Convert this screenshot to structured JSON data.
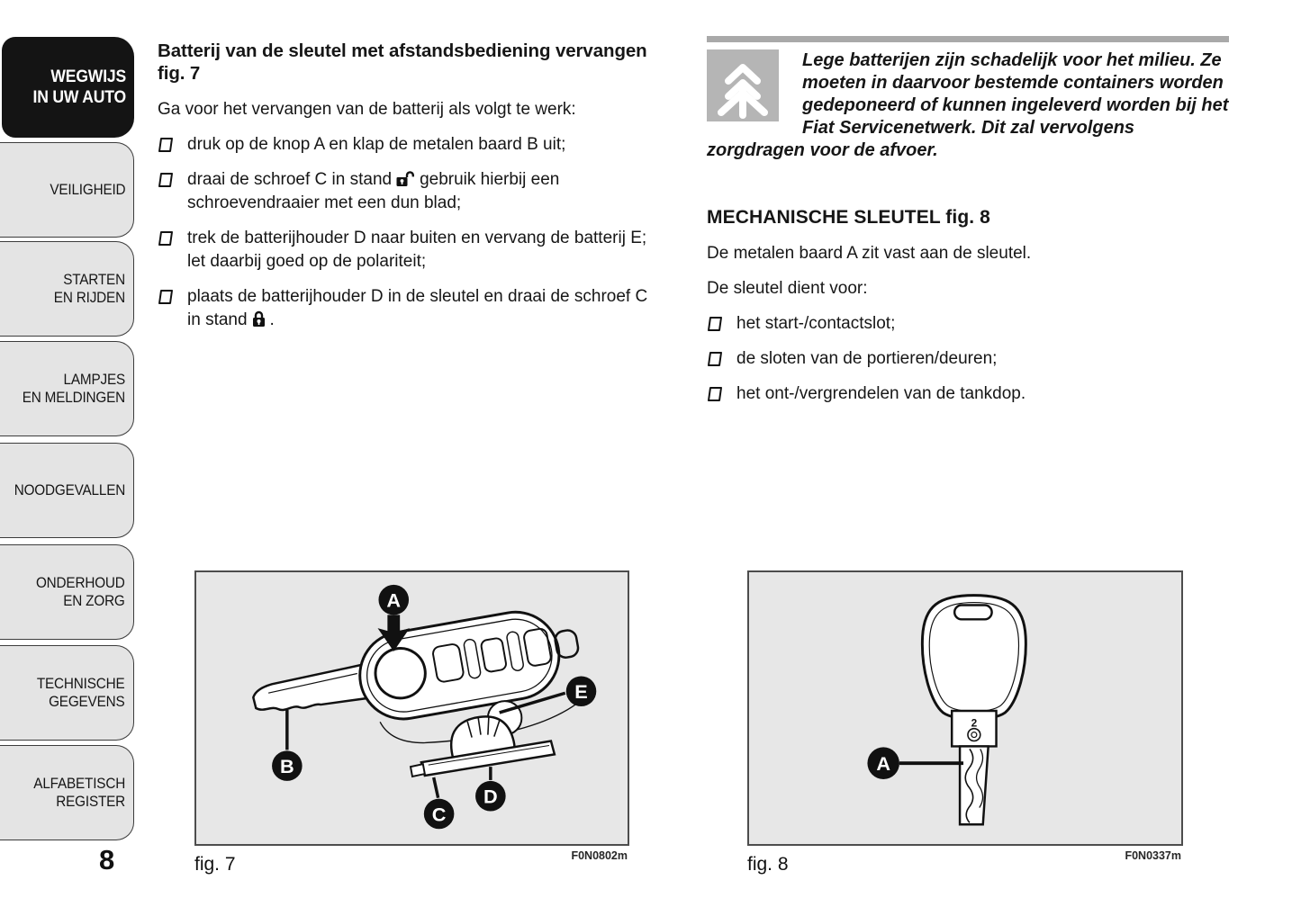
{
  "page": {
    "number": "8"
  },
  "sidebar": {
    "items": [
      {
        "label": "WEGWIJS\nIN UW AUTO",
        "active": true
      },
      {
        "label": "VEILIGHEID",
        "active": false
      },
      {
        "label": "STARTEN\nEN RIJDEN",
        "active": false
      },
      {
        "label": "LAMPJES\nEN MELDINGEN",
        "active": false
      },
      {
        "label": "NOODGEVALLEN",
        "active": false
      },
      {
        "label": "ONDERHOUD\nEN ZORG",
        "active": false
      },
      {
        "label": "TECHNISCHE\nGEGEVENS",
        "active": false
      },
      {
        "label": "ALFABETISCH\nREGISTER",
        "active": false
      }
    ]
  },
  "left_column": {
    "heading": "Batterij van de sleutel met afstandsbediening vervangen fig. 7",
    "intro": "Ga voor het vervangen van de batterij als volgt te werk:",
    "steps": [
      {
        "text": "druk op de knop A en klap de metalen baard B uit;"
      },
      {
        "text_before": "draai de schroef C in stand",
        "icon": "padlock-open-icon",
        "text_after": "gebruik hierbij een schroevendraaier met een dun blad;"
      },
      {
        "text": "trek de batterijhouder D naar buiten en vervang de batterij E; let daarbij goed op de polariteit;"
      },
      {
        "text_before": "plaats de batterijhouder D in de sleutel en draai de schroef C in stand",
        "icon": "padlock-closed-icon",
        "text_after": "."
      }
    ]
  },
  "right_column": {
    "eco_note": {
      "icon": "fir-tree-recycle-icon",
      "text": "Lege batterijen zijn schadelijk voor het milieu. Ze moeten in daarvoor bestemde containers worden gedeponeerd of kunnen ingeleverd worden bij het Fiat Servicenetwerk. Dit zal vervolgens zorgdragen voor de afvoer."
    },
    "section": {
      "heading": "MECHANISCHE SLEUTEL fig. 8",
      "para1": "De metalen baard A zit vast aan de sleutel.",
      "para2": "De sleutel dient voor:",
      "bullets": [
        "het start-/contactslot;",
        "de sloten van de portieren/deuren;",
        "het ont-/vergrendelen van de tankdop."
      ]
    }
  },
  "figures": {
    "fig7": {
      "caption": "fig. 7",
      "code": "F0N0802m",
      "labels": {
        "a": "A",
        "b": "B",
        "c": "C",
        "d": "D",
        "e": "E"
      }
    },
    "fig8": {
      "caption": "fig. 8",
      "code": "F0N0337m",
      "marking": "2",
      "labels": {
        "a": "A"
      }
    }
  },
  "colors": {
    "active_tab": "#141414",
    "tab_bg": "#e4e4e4",
    "figure_bg": "#e7e7e7",
    "eco_icon_bg": "#b5b5b5",
    "divider_gray": "#a9a9a9"
  }
}
